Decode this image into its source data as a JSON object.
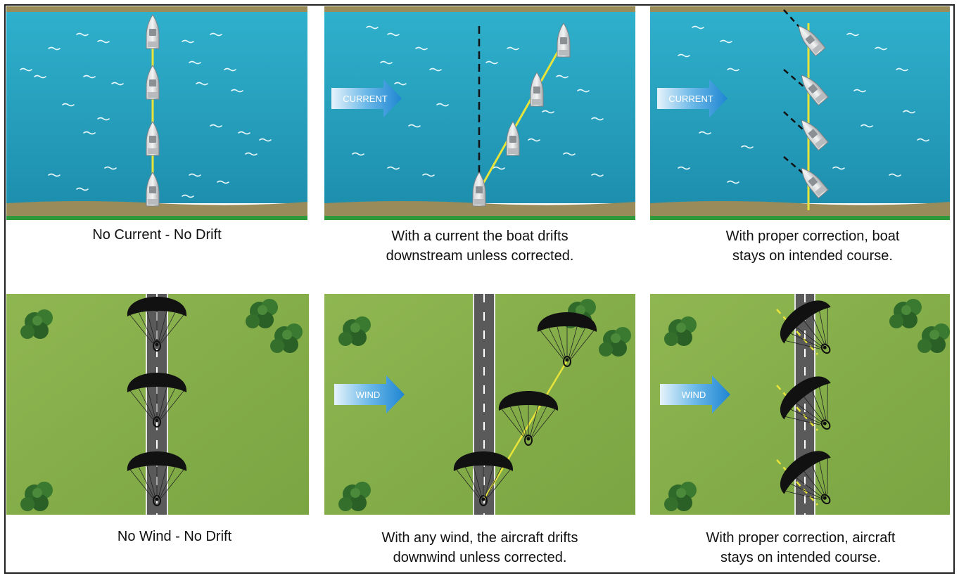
{
  "colors": {
    "water": "#2aa6c4",
    "water_dark": "#1f8fb0",
    "shore": "#9a8b5a",
    "shore_green": "#2e9a3c",
    "grass": "#8ab04c",
    "grass_dark": "#6f9a3a",
    "road": "#5a5a5a",
    "track": "#e8e43a",
    "arrow": "#2a8ed8",
    "canopy": "#111111"
  },
  "boats": {
    "panels": [
      {
        "caption": [
          "No Current - No Drift"
        ]
      },
      {
        "arrow_label": "CURRENT",
        "caption": [
          "With a current the boat drifts",
          "downstream unless corrected."
        ]
      },
      {
        "arrow_label": "CURRENT",
        "caption": [
          "With proper correction, boat",
          "stays on intended course."
        ]
      }
    ]
  },
  "aircraft": {
    "panels": [
      {
        "caption": [
          "No Wind - No Drift"
        ]
      },
      {
        "arrow_label": "WIND",
        "caption": [
          "With any wind, the aircraft drifts",
          "downwind unless corrected."
        ]
      },
      {
        "arrow_label": "WIND",
        "caption": [
          "With proper correction, aircraft",
          "stays on intended course."
        ]
      }
    ]
  }
}
